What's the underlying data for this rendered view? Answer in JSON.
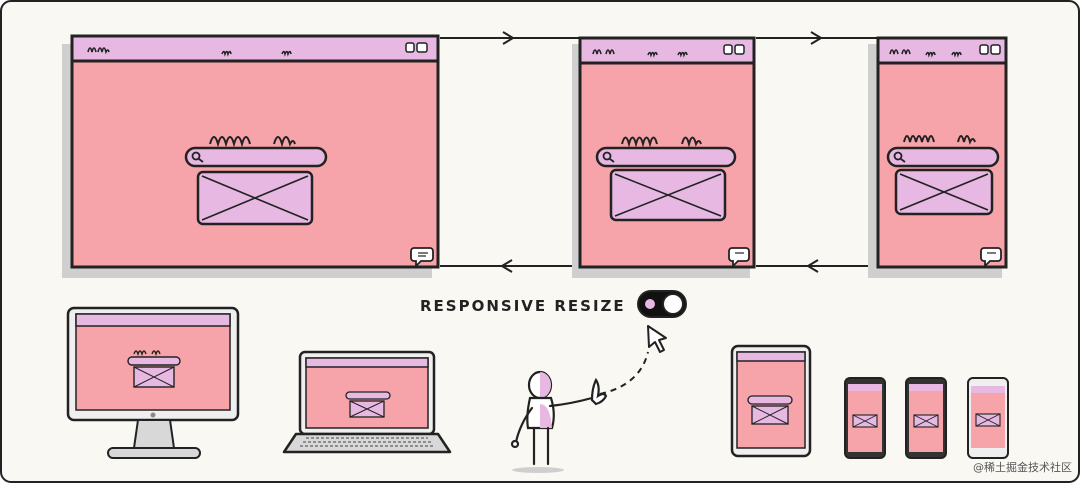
{
  "toggle": {
    "label": "RESPONSIVE RESIZE",
    "state": "on"
  },
  "watermark": {
    "text": "@稀土掘金技术社区"
  },
  "colors": {
    "background": "#f9f8f3",
    "frame": "#222222",
    "page": "#f7a3aa",
    "accent": "#e6b8e2",
    "shadow": "#cfcfcf",
    "device": "#efefef"
  },
  "icons": [
    "search-icon",
    "image-placeholder-icon",
    "chat-bubble-icon",
    "window-controls-icon",
    "cursor-arrow-icon",
    "flow-arrow-icon"
  ]
}
